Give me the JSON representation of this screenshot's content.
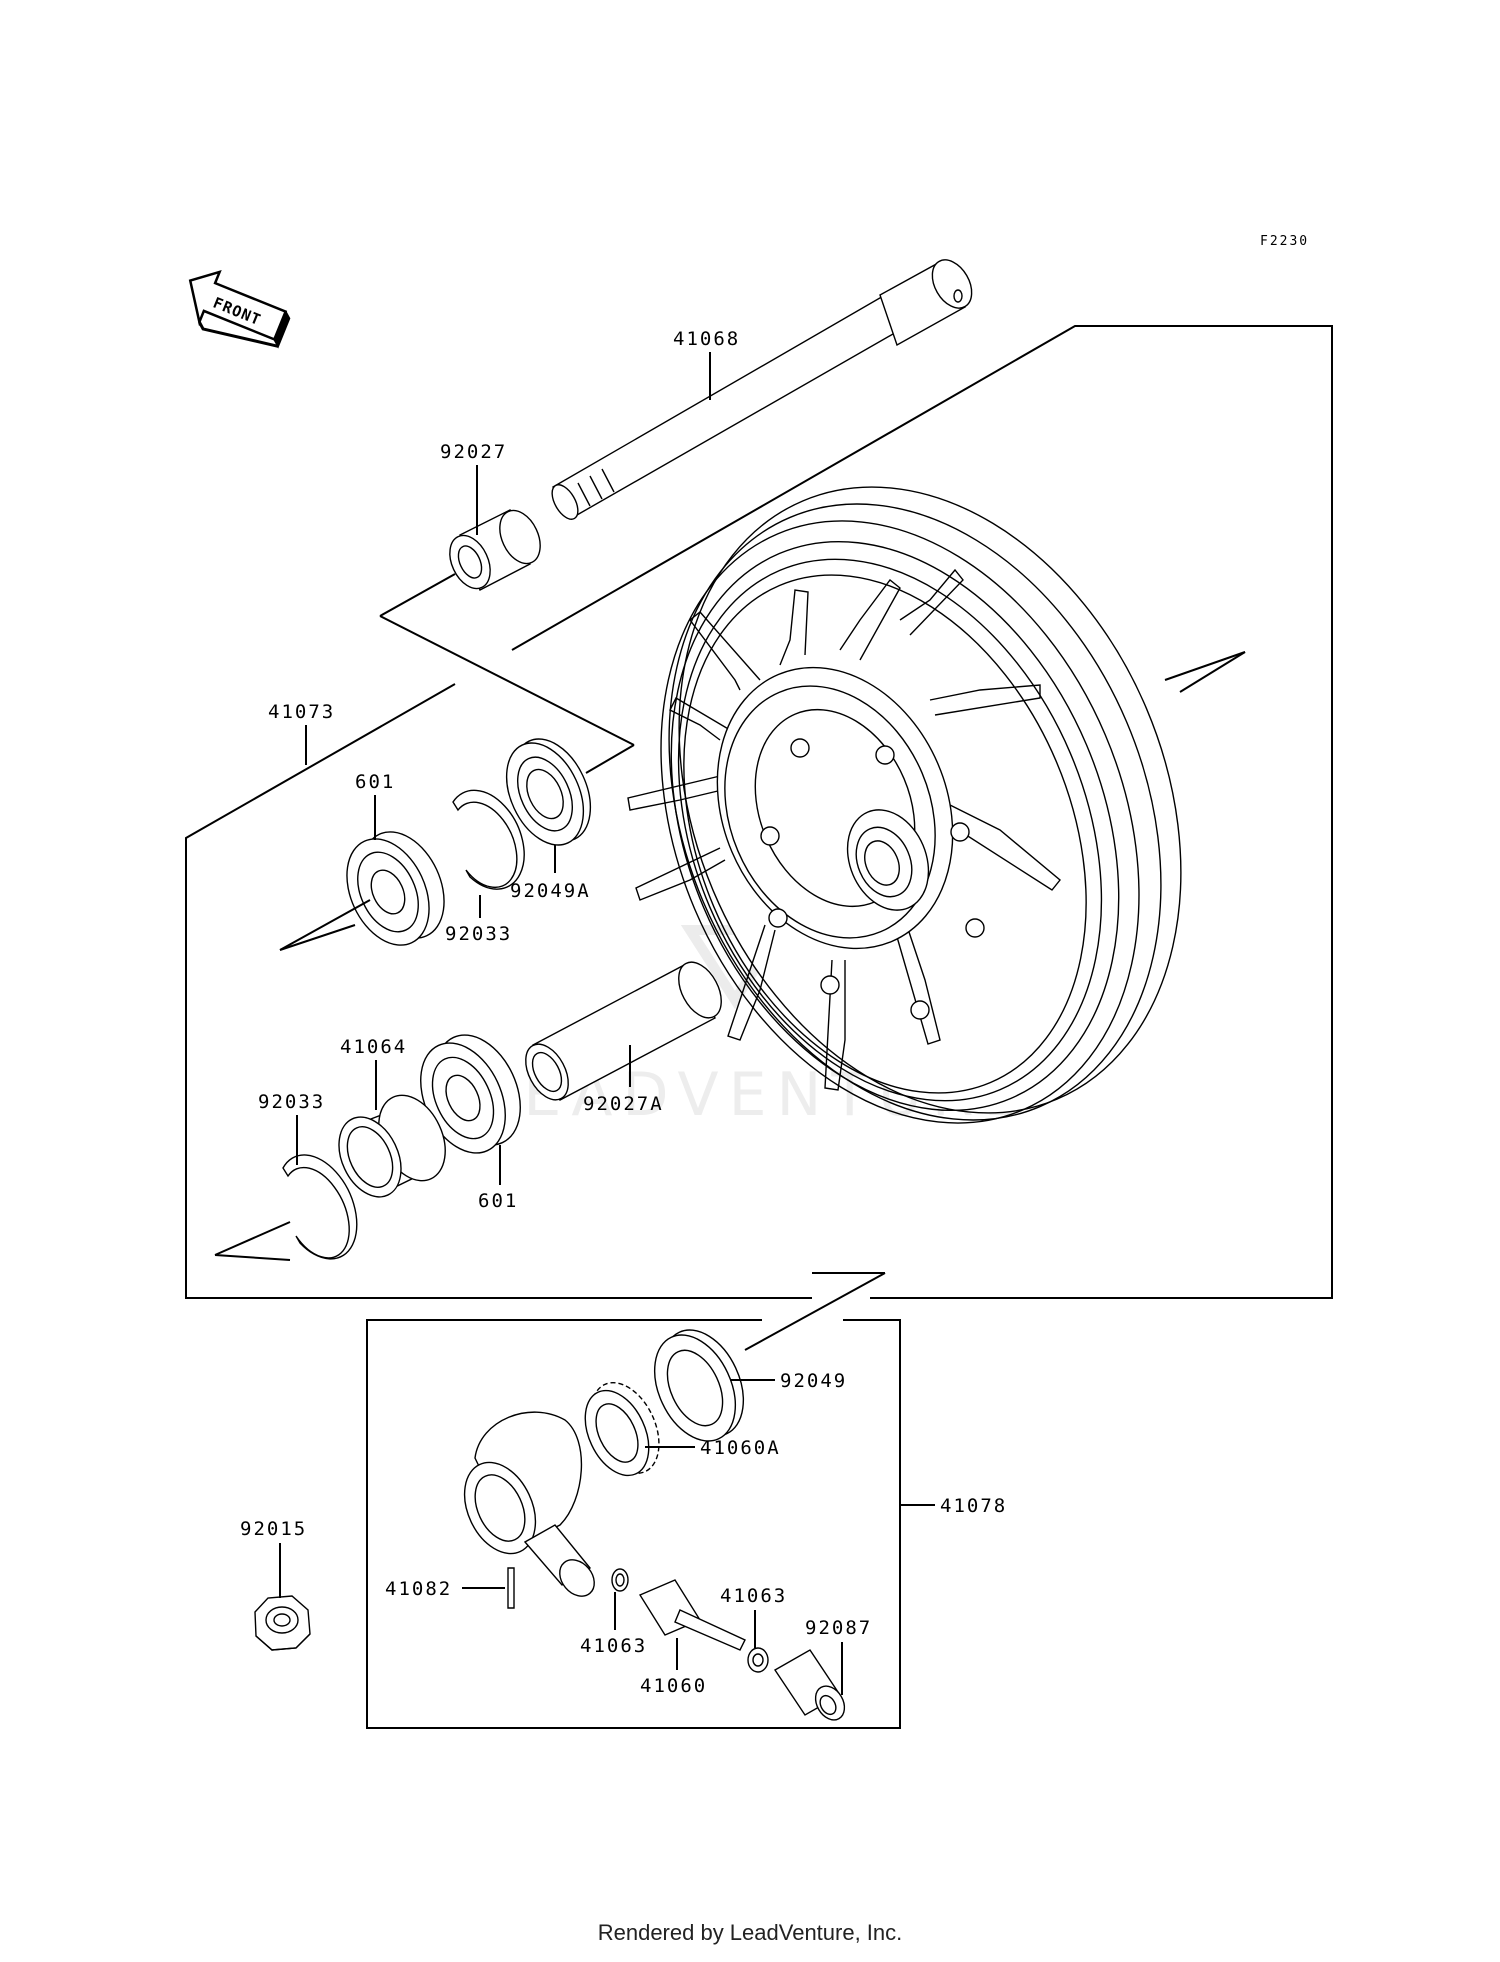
{
  "diagram": {
    "ref_code": "F2230",
    "front_arrow_label": "FRONT",
    "watermark": "LEADVENTURE",
    "parts": [
      {
        "id": "41068"
      },
      {
        "id": "92027"
      },
      {
        "id": "41073"
      },
      {
        "id": "601"
      },
      {
        "id": "92033"
      },
      {
        "id": "92049A"
      },
      {
        "id": "41064"
      },
      {
        "id": "92033"
      },
      {
        "id": "92027A"
      },
      {
        "id": "601"
      },
      {
        "id": "92049"
      },
      {
        "id": "41060A"
      },
      {
        "id": "41078"
      },
      {
        "id": "92015"
      },
      {
        "id": "41082"
      },
      {
        "id": "41063"
      },
      {
        "id": "41063"
      },
      {
        "id": "92087"
      },
      {
        "id": "41060"
      }
    ]
  },
  "footer": "Rendered by LeadVenture, Inc."
}
